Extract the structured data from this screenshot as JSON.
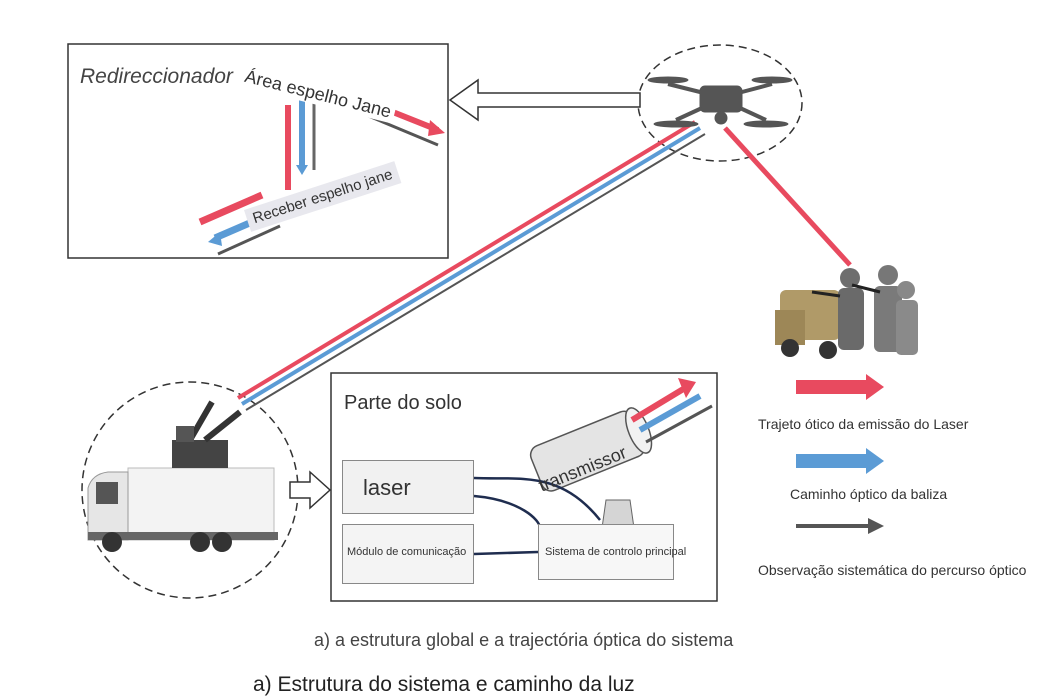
{
  "redirector": {
    "title": "Redireccionador",
    "mirror_area": "Área espelho Jane",
    "receive_mirror": "Receber espelho jane"
  },
  "ground": {
    "title": "Parte do solo",
    "laser": "laser",
    "transmitter": "transmissor",
    "comm_module": "Módulo de comunicação",
    "main_control": "Sistema de controlo principal"
  },
  "legend": {
    "items": [
      {
        "label": "Trajeto ótico da emissão do Laser",
        "color": "#e84a5f"
      },
      {
        "label": "Caminho óptico da baliza",
        "color": "#5b9bd5"
      },
      {
        "label": "Observação sistemática do percurso óptico",
        "color": "#555555"
      }
    ]
  },
  "captions": {
    "sub": "a) a estrutura global e a trajectória óptica do sistema",
    "main": "a)  Estrutura do sistema e caminho da luz"
  },
  "icons": {
    "drone": "drone-icon",
    "soldiers": "soldiers-icon",
    "truck": "truck-icon"
  }
}
